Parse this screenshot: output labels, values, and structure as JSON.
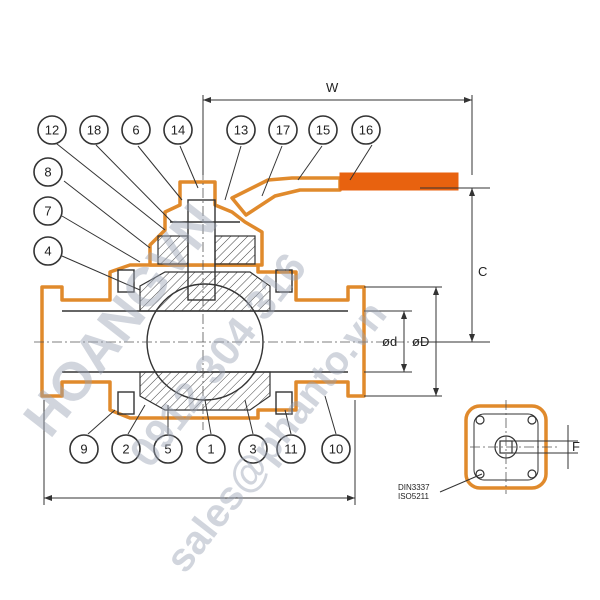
{
  "callouts_top": [
    "12",
    "18",
    "6",
    "14",
    "13",
    "17",
    "15",
    "16"
  ],
  "callouts_left": [
    "8",
    "7",
    "4"
  ],
  "callouts_bottom": [
    "9",
    "2",
    "5",
    "1",
    "3",
    "11",
    "10"
  ],
  "dimensions": {
    "w": "W",
    "c": "C",
    "od": "ød",
    "oD": "øD",
    "f": "F"
  },
  "standard_note": {
    "line1": "DIN3337",
    "line2": "ISO5211"
  },
  "watermark": {
    "brand": "HOANGVN",
    "phone": "0912 304 316",
    "email": "sales@phanto.vn"
  },
  "colors": {
    "outline": "#e08a2c",
    "handle": "#e8620f",
    "watermark": "#9aa3b4"
  }
}
